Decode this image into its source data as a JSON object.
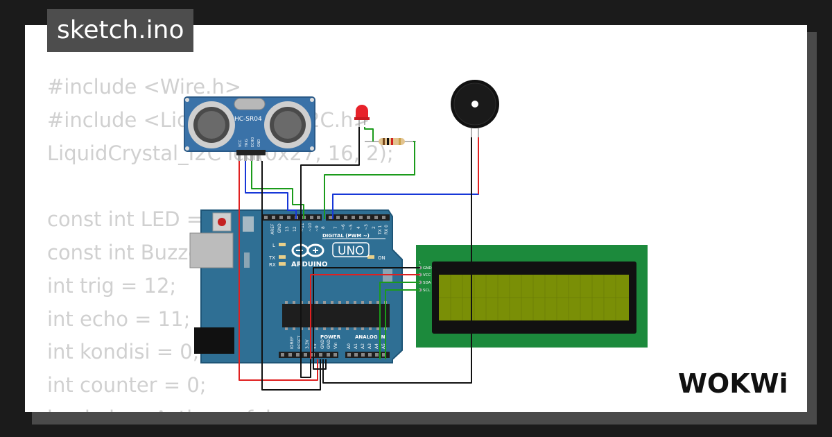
{
  "sketch": {
    "filename": "sketch.ino"
  },
  "code_lines": [
    "#include <Wire.h>",
    "#include <LiquidCrystal_I2C.h>",
    "LiquidCrystal_I2C lcd(0x27, 16, 2);",
    "",
    "const int LED = 7;",
    "const int Buzzer = 9;",
    "int trig = 12;",
    "int echo = 11;",
    "int kondisi = 0;",
    "int counter = 0;",
    "bool alarmActive = false;"
  ],
  "sensor": {
    "label": "HC-SR04",
    "pins": [
      "VCC",
      "TRIG",
      "ECHO",
      "GND"
    ]
  },
  "arduino": {
    "brand": "ARDUINO",
    "model": "UNO",
    "digital_label": "DIGITAL (PWM ~)",
    "led_labels": [
      "L",
      "TX",
      "RX"
    ],
    "on_label": "ON",
    "header_top_left": [
      "AREF",
      "GND",
      "13",
      "12",
      "~11",
      "~10",
      "~9",
      "8"
    ],
    "header_top_right": [
      "7",
      "~6",
      "~5",
      "4",
      "~3",
      "2",
      "TX 1",
      "RX 0"
    ],
    "power_label": "POWER",
    "analog_label": "ANALOG IN",
    "power_pins": [
      "IOREF",
      "RESET",
      "3.3V",
      "5V",
      "GND",
      "GND",
      "Vin"
    ],
    "analog_pins": [
      "A0",
      "A1",
      "A2",
      "A3",
      "A4",
      "A5"
    ]
  },
  "lcd": {
    "pins": [
      "GND",
      "VCC",
      "SDA",
      "SCL"
    ],
    "pin_one": "1"
  },
  "logo": {
    "text": "WOKWi"
  },
  "colors": {
    "board": "#2f6f94",
    "lcd_pcb": "#1c8a3c",
    "lcd_screen": "#7a8f06",
    "wire_red": "#e02020",
    "wire_blue": "#1737d8",
    "wire_green": "#1b9b1b",
    "wire_black": "#111111"
  }
}
